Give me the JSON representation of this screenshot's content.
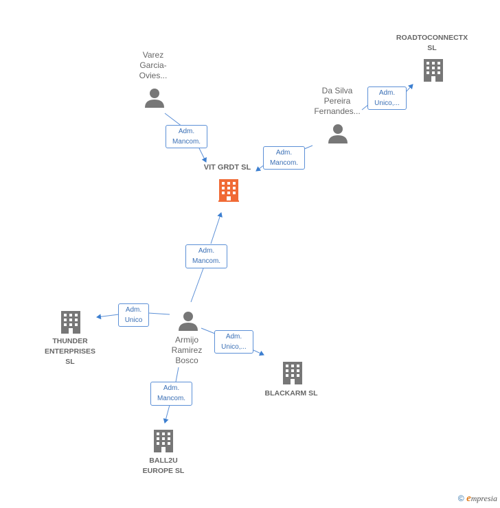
{
  "nodes": {
    "main": {
      "name": "VIT GRDT  SL",
      "color": "#f06a35"
    },
    "varez": {
      "lines": [
        "Varez",
        "Garcia-",
        "Ovies..."
      ]
    },
    "dasilva": {
      "lines": [
        "Da Silva",
        "Pereira",
        "Fernandes..."
      ]
    },
    "roadtoconnect": {
      "lines": [
        "ROADTOCONNECTX",
        "SL"
      ]
    },
    "armijo": {
      "lines": [
        "Armijo",
        "Ramirez",
        "Bosco"
      ]
    },
    "thunder": {
      "lines": [
        "THUNDER",
        "ENTERPRISES",
        "SL"
      ]
    },
    "blackarm": {
      "lines": [
        "BLACKARM  SL"
      ]
    },
    "ball2u": {
      "lines": [
        "BALL2U",
        "EUROPE  SL"
      ]
    }
  },
  "relations": {
    "varez_main": [
      "Adm.",
      "Mancom."
    ],
    "dasilva_main": [
      "Adm.",
      "Mancom."
    ],
    "dasilva_roadto": [
      "Adm.",
      "Unico,..."
    ],
    "armijo_main": [
      "Adm.",
      "Mancom."
    ],
    "armijo_thunder": [
      "Adm.",
      "Unico"
    ],
    "armijo_blackarm": [
      "Adm.",
      "Unico,..."
    ],
    "armijo_ball2u": [
      "Adm.",
      "Mancom."
    ]
  },
  "colors": {
    "company": "#777777",
    "person": "#777777",
    "edge": "#5b8fd6"
  },
  "footer": {
    "copyright": "©",
    "brand_e": "e",
    "brand_rest": "mpresia"
  }
}
